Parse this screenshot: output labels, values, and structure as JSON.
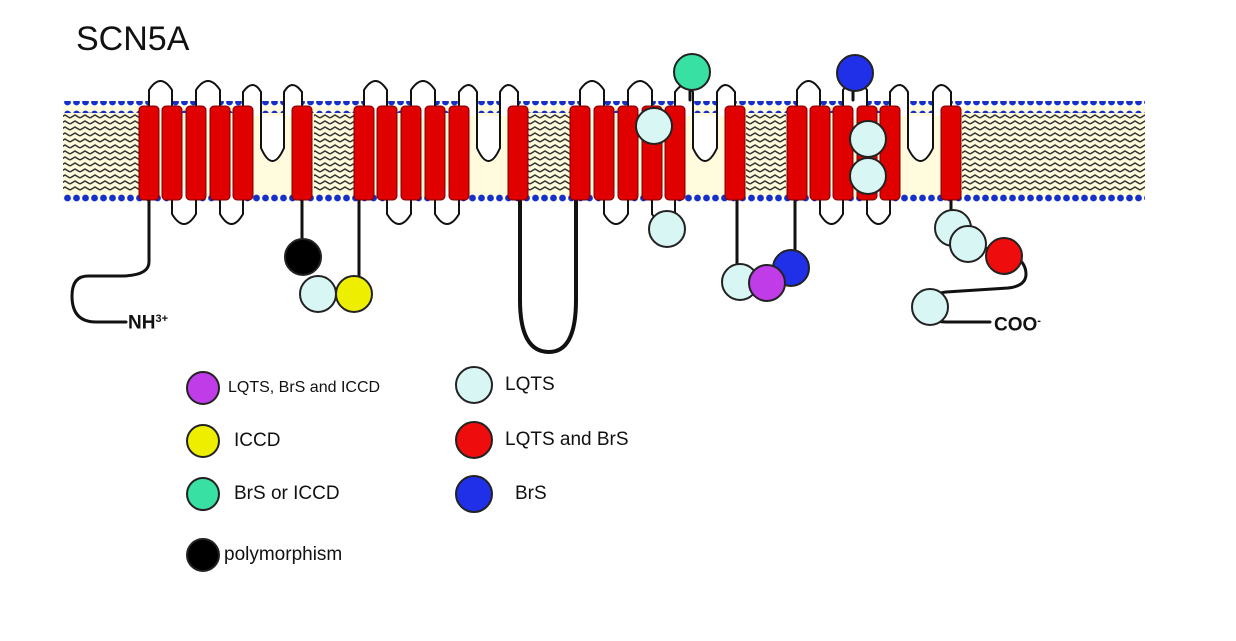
{
  "title": "SCN5A",
  "n_terminus": {
    "main": "NH",
    "sup": "3+"
  },
  "c_terminus": {
    "main": "COO",
    "sup": "-"
  },
  "colors": {
    "helix": "#e00000",
    "helix_edge": "#7a0000",
    "membrane_bg": "#fffbdc",
    "lipid_head": "#1530c8",
    "lipid_tail": "#333333",
    "chain": "#111111",
    "lqts_brs_iccd": "#c03ce8",
    "iccd": "#eeee00",
    "brs_or_iccd": "#38e0a4",
    "polymorphism": "#000000",
    "lqts": "#d8f6f4",
    "lqts_and_brs": "#ee0c0c",
    "brs": "#2030e8"
  },
  "legend": [
    {
      "key": "lqts_brs_iccd",
      "label": "LQTS, BrS and ICCD",
      "color": "#c03ce8"
    },
    {
      "key": "iccd",
      "label": "ICCD",
      "color": "#eeee00"
    },
    {
      "key": "brs_or_iccd",
      "label": "BrS or ICCD",
      "color": "#38e0a4"
    },
    {
      "key": "polymorphism",
      "label": "polymorphism",
      "color": "#000000"
    },
    {
      "key": "lqts",
      "label": "LQTS",
      "color": "#d8f6f4"
    },
    {
      "key": "lqts_and_brs",
      "label": "LQTS and BrS",
      "color": "#ee0c0c"
    },
    {
      "key": "brs",
      "label": "BrS",
      "color": "#2030e8"
    }
  ]
}
